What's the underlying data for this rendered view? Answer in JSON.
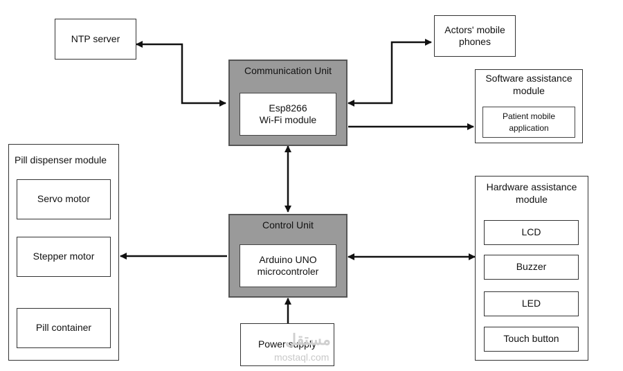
{
  "ntp_server": "NTP server",
  "actors_phones": [
    "Actors' mobile",
    "phones"
  ],
  "communication_unit": {
    "title": "Communication Unit",
    "inner": [
      "Esp8266",
      "Wi-Fi module"
    ]
  },
  "software_module": {
    "title": [
      "Software assistance",
      "module"
    ],
    "inner": [
      "Patient mobile",
      "application"
    ]
  },
  "pill_dispenser": {
    "title": "Pill dispenser module",
    "items": [
      "Servo motor",
      "Stepper motor",
      "Pill container"
    ]
  },
  "control_unit": {
    "title": "Control Unit",
    "inner": [
      "Arduino UNO",
      "microcontroler"
    ]
  },
  "hardware_module": {
    "title": [
      "Hardware assistance",
      "module"
    ],
    "items": [
      "LCD",
      "Buzzer",
      "LED",
      "Touch button"
    ]
  },
  "power_supply": "Power supply",
  "watermark": {
    "arabic": "مستقل",
    "latin": "mostaql.com"
  }
}
